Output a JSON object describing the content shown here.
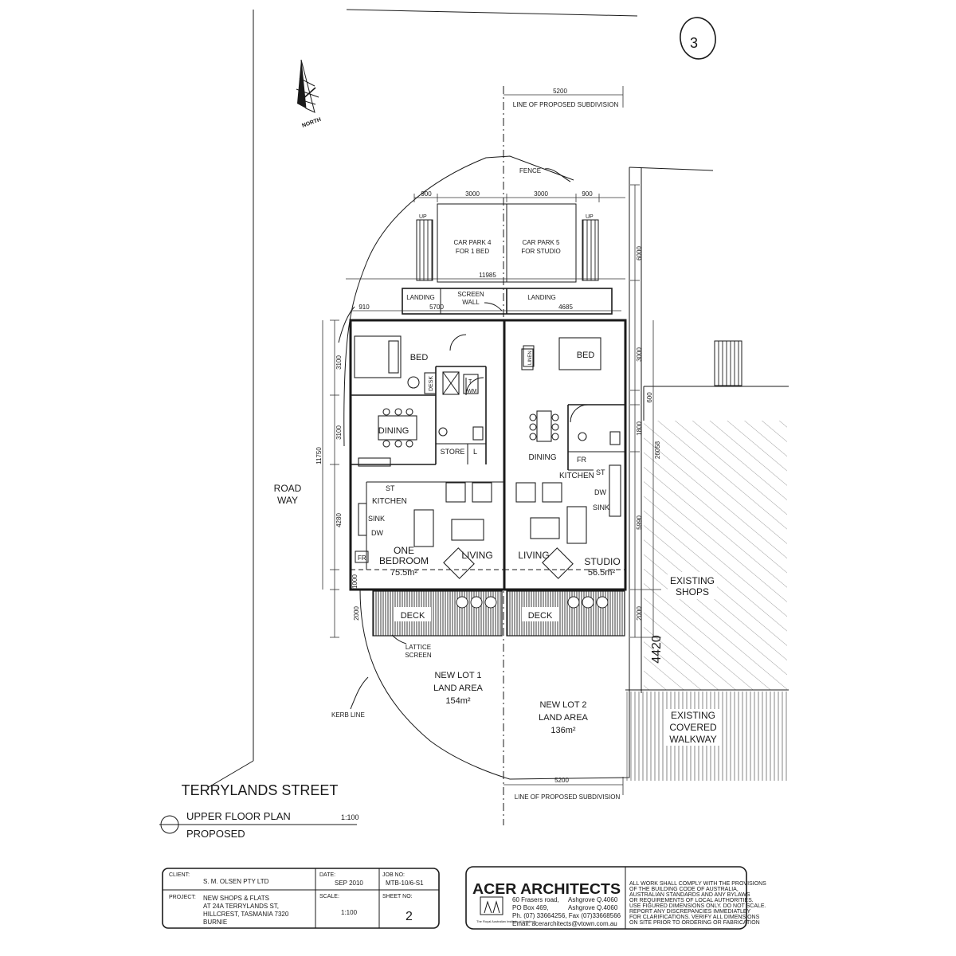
{
  "sheet_mark": "3",
  "north": "NORTH",
  "subdivision_top": {
    "dim": "5200",
    "label": "LINE OF PROPOSED SUBDIVISION"
  },
  "subdivision_bottom": {
    "dim": "5200",
    "label": "LINE OF PROPOSED SUBDIVISION"
  },
  "fence": "FENCE",
  "dims": {
    "carpark_left": "900",
    "carpark_a": "3000",
    "carpark_b": "3000",
    "carpark_right": "900",
    "overall_width": "11985",
    "landing_left_offset": "910",
    "landing_left": "5700",
    "landing_right": "4685",
    "depth_carpark": "6000",
    "depth_bed": "3000",
    "depth_600": "600",
    "depth_1800": "1800",
    "depth_5990": "5990",
    "depth_2000_right": "2000",
    "depth_total": "26058",
    "left_3100a": "3100",
    "left_3100b": "3100",
    "left_4280": "4280",
    "left_1000": "1000",
    "left_2000": "2000",
    "left_total": "11750",
    "handwritten_4420": "4420"
  },
  "carparks": [
    {
      "line1": "CAR PARK 4",
      "line2": "FOR 1 BED"
    },
    {
      "line1": "CAR PARK 5",
      "line2": "FOR STUDIO"
    }
  ],
  "stairs_up": [
    "UP",
    "UP"
  ],
  "landing_labels": {
    "left": "LANDING",
    "screen_line1": "SCREEN",
    "screen_line2": "WALL",
    "right": "LANDING"
  },
  "rooms_left": {
    "bed": "BED",
    "desk": "DESK",
    "t": "T",
    "wm": "WM",
    "dining": "DINING",
    "store": "STORE",
    "l": "L",
    "st": "ST",
    "kitchen": "KITCHEN",
    "sink": "SINK",
    "dw": "DW",
    "fr": "FR",
    "unit_line1": "ONE",
    "unit_line2": "BEDROOM",
    "unit_area": "75.5m²",
    "living": "LIVING",
    "deck": "DECK"
  },
  "rooms_right": {
    "linen": "LINEN",
    "bed": "BED",
    "dining": "DINING",
    "fr": "FR",
    "kitchen": "KITCHEN",
    "st": "ST",
    "dw": "DW",
    "sink": "SINK",
    "living": "LIVING",
    "unit": "STUDIO",
    "unit_area": "56.5m²",
    "deck": "DECK"
  },
  "road_way": {
    "line1": "ROAD",
    "line2": "WAY"
  },
  "lattice": {
    "line1": "LATTICE",
    "line2": "SCREEN"
  },
  "lot1": {
    "line1": "NEW LOT 1",
    "line2": "LAND AREA",
    "line3": "154m²"
  },
  "lot2": {
    "line1": "NEW LOT 2",
    "line2": "LAND AREA",
    "line3": "136m²"
  },
  "kerb": "KERB LINE",
  "existing_shops": {
    "line1": "EXISTING",
    "line2": "SHOPS"
  },
  "walkway": {
    "line1": "EXISTING",
    "line2": "COVERED",
    "line3": "WALKWAY"
  },
  "street": "TERRYLANDS STREET",
  "plan_title": {
    "line1": "UPPER FLOOR PLAN",
    "scale": "1:100",
    "line2": "PROPOSED"
  },
  "title_block": {
    "client_label": "CLIENT:",
    "client": "S. M. OLSEN PTY LTD",
    "date_label": "DATE:",
    "date": "SEP 2010",
    "job_label": "JOB NO:",
    "job": "MTB-10/6-S1",
    "project_label": "PROJECT:",
    "project_line1": "NEW SHOPS & FLATS",
    "project_line2": "AT 24A TERRYLANDS ST,",
    "project_line3": "HILLCREST, TASMANIA 7320",
    "project_line4": "BURNIE",
    "scale_label": "SCALE:",
    "scale": "1:100",
    "sheet_label": "SHEET NO:",
    "sheet": "2"
  },
  "architect": {
    "name": "ACER ARCHITECTS",
    "addr1": "60 Frasers road,",
    "addr1b": "Ashgrove Q.4060",
    "addr2": "PO Box 469,",
    "addr2b": "Ashgrove Q.4060",
    "phone": "Ph. (07) 33664256,  Fax (07)33668566",
    "email": "Email: acerarchitects@vtown.com.au",
    "institute": "The Royal Australian Institute of Architects"
  },
  "notes": [
    "ALL WORK SHALL COMPLY WITH THE PROVISIONS",
    "OF THE BUILDING CODE OF AUSTRALIA,",
    "AUSTRALIAN STANDARDS AND ANY BYLAWS",
    "OR REQUIREMENTS OF LOCAL AUTHORITIES.",
    "USE FIGURED DIMENSIONS ONLY. DO NOT SCALE.",
    "REPORT ANY DISCREPANCIES IMMEDIATLEY",
    "FOR CLARIFICATIONS. VERIFY ALL DIMENSIONS",
    "ON SITE PRIOR TO ORDERING OR FABRICATION"
  ]
}
